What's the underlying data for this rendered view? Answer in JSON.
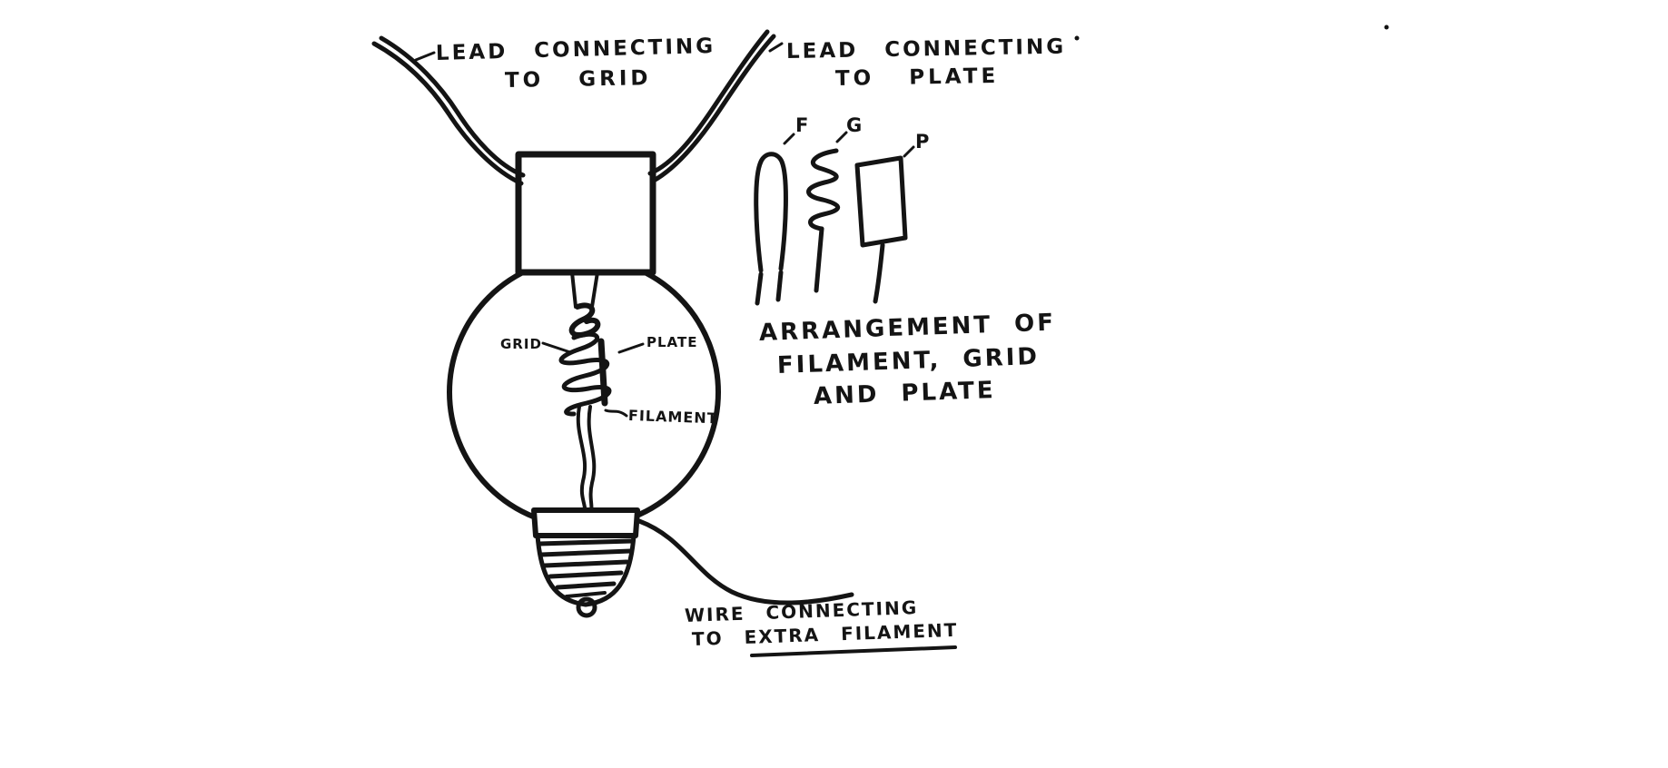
{
  "figure": {
    "description": "Hand-drawn diagram of an audion vacuum tube (light-bulb style) with leads, internal elements, and a side sketch of element arrangement",
    "colors": {
      "ink": "#141414",
      "background": "#ffffff"
    },
    "annotations": {
      "lead_grid": {
        "line1": "LEAD CONNECTING",
        "line2": "TO GRID"
      },
      "lead_plate": {
        "line1": "LEAD CONNECTING",
        "line2": "TO PLATE"
      },
      "grid_label": "GRID",
      "plate_label": "PLATE",
      "filament_label": "FILAMENT",
      "extra_filament_wire": {
        "line1": "WIRE CONNECTING",
        "line2": "TO EXTRA FILAMENT"
      },
      "arrangement": {
        "line1": "ARRANGEMENT OF",
        "line2": "FILAMENT, GRID",
        "line3": "AND PLATE"
      },
      "element_f": "F",
      "element_g": "G",
      "element_p": "P"
    }
  }
}
